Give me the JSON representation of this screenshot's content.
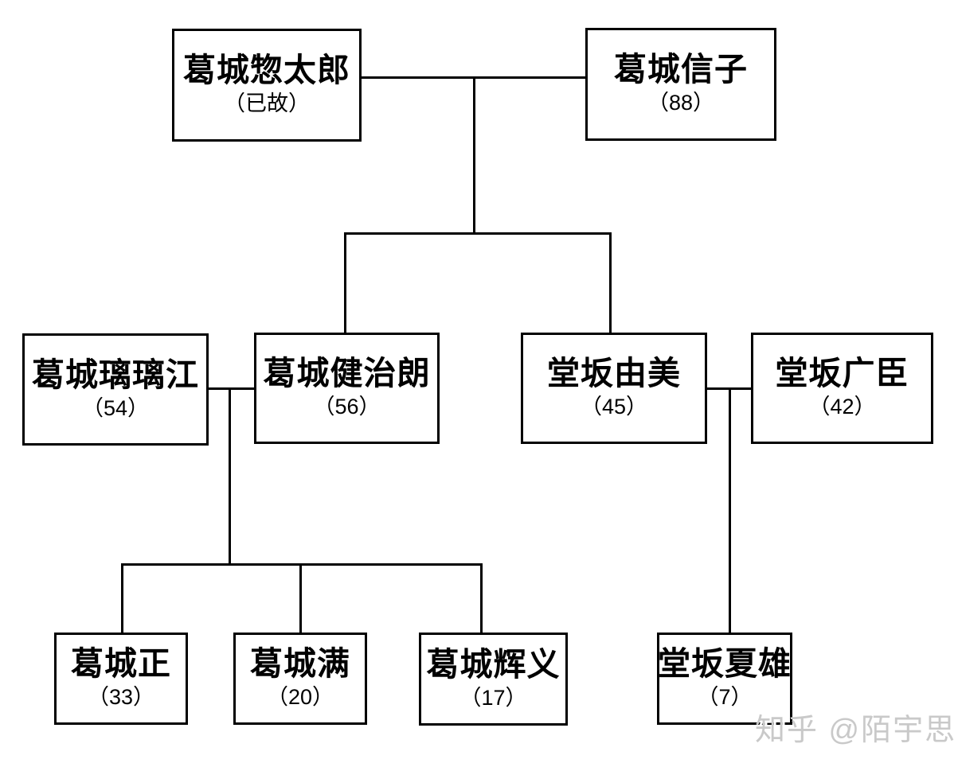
{
  "diagram": {
    "type": "family-tree",
    "nodes": [
      {
        "name": "葛城惣太郎",
        "note": "（已故）"
      },
      {
        "name": "葛城信子",
        "note": "（88）"
      },
      {
        "name": "葛城璃璃江",
        "note": "（54）"
      },
      {
        "name": "葛城健治朗",
        "note": "（56）"
      },
      {
        "name": "堂坂由美",
        "note": "（45）"
      },
      {
        "name": "堂坂广臣",
        "note": "（42）"
      },
      {
        "name": "葛城正",
        "note": "（33）"
      },
      {
        "name": "葛城满",
        "note": "（20）"
      },
      {
        "name": "葛城辉义",
        "note": "（17）"
      },
      {
        "name": "堂坂夏雄",
        "note": "（7）"
      }
    ],
    "edges": [
      {
        "type": "couple",
        "between": [
          "葛城惣太郎",
          "葛城信子"
        ]
      },
      {
        "type": "children",
        "parents": "葛城惣太郎+葛城信子",
        "children": [
          "葛城健治朗",
          "堂坂由美"
        ]
      },
      {
        "type": "couple",
        "between": [
          "葛城璃璃江",
          "葛城健治朗"
        ]
      },
      {
        "type": "children",
        "parents": "葛城璃璃江+葛城健治朗",
        "children": [
          "葛城正",
          "葛城满",
          "葛城辉义"
        ]
      },
      {
        "type": "couple",
        "between": [
          "堂坂由美",
          "堂坂广臣"
        ]
      },
      {
        "type": "children",
        "parents": "堂坂由美+堂坂广臣",
        "children": [
          "堂坂夏雄"
        ]
      }
    ],
    "colors": {
      "line": "#000000",
      "background": "#ffffff",
      "watermark": "#c9c9c9"
    }
  },
  "watermark": {
    "text": "知乎 @陌宇思"
  }
}
